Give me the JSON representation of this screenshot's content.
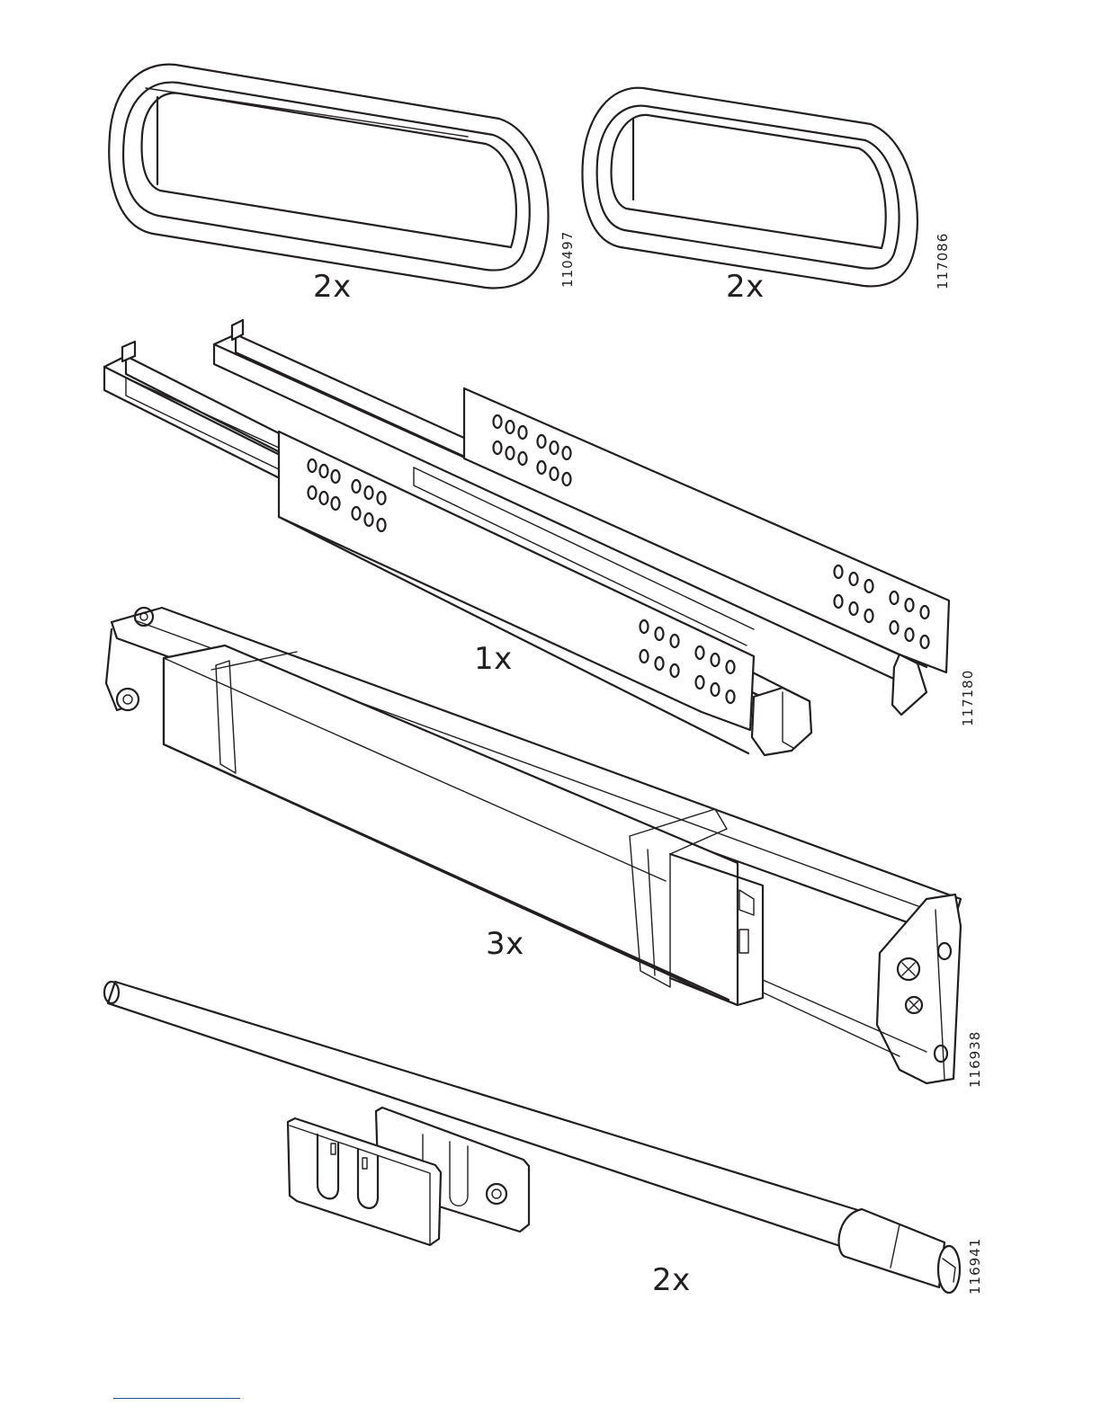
{
  "parts": [
    {
      "id": "oval-frame-large",
      "quantity": "2x",
      "part_number": "110497"
    },
    {
      "id": "oval-frame-small",
      "quantity": "2x",
      "part_number": "117086"
    },
    {
      "id": "drawer-slide-pair",
      "quantity": "1x",
      "part_number": "117180"
    },
    {
      "id": "slide-rail",
      "quantity": "3x",
      "part_number": "116938"
    },
    {
      "id": "rod-with-brackets",
      "quantity": "2x",
      "part_number": "116941"
    }
  ],
  "colors": {
    "line": "#231f20",
    "background": "#ffffff",
    "footer_rule": "#1d4fa3"
  }
}
